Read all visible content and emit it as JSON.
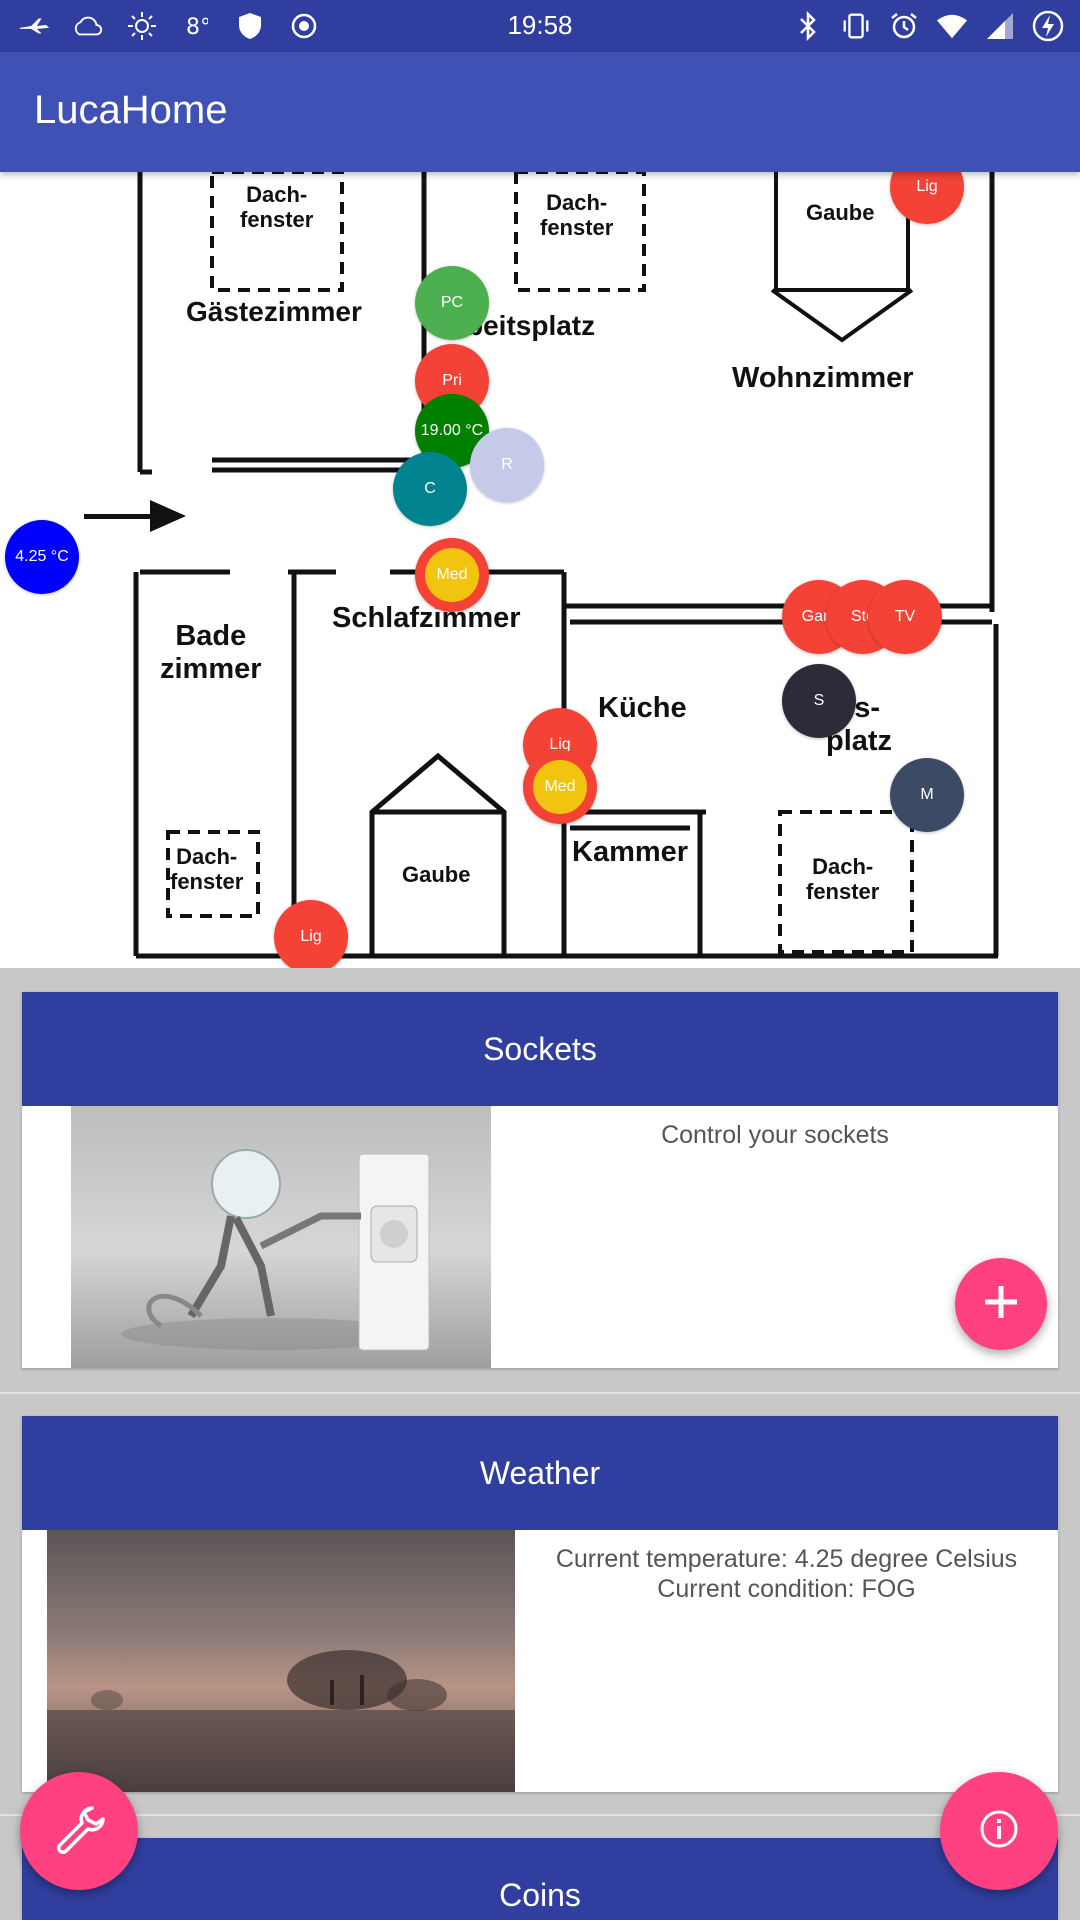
{
  "status_bar": {
    "time": "19:58",
    "left_icons": [
      "airplane-icon",
      "cloud-icon",
      "sun-icon",
      "temperature-icon",
      "shield-icon",
      "record-icon"
    ],
    "right_icons": [
      "bluetooth-icon",
      "vibrate-icon",
      "alarm-icon",
      "wifi-icon",
      "signal-icon",
      "battery-charging-icon"
    ]
  },
  "app_bar": {
    "title": "LucaHome"
  },
  "map": {
    "rooms": [
      "Dach-\nfenster",
      "Dach-\nfenster",
      "Gaube",
      "Gästezimmer",
      "beitsplatz",
      "Wohnzimmer",
      "Bade\nzimmer",
      "Schlafzimmer",
      "Küche",
      "ss-\nplatz",
      "Kammer",
      "Dach-\nfenster",
      "Gaube",
      "Dach-\nfenster"
    ],
    "markers": [
      {
        "label": "Lig",
        "color": "#f44336"
      },
      {
        "label": "PC",
        "color": "#4caf50"
      },
      {
        "label": "Pri",
        "color": "#f44336"
      },
      {
        "label": "19.00 °C",
        "color": "#008000"
      },
      {
        "label": "R",
        "color": "#c5cae9"
      },
      {
        "label": "C",
        "color": "#00838f"
      },
      {
        "label": "4.25 °C",
        "color": "#0000ff"
      },
      {
        "label": "Med",
        "color": "#f44336",
        "inner": "#f1c40f"
      },
      {
        "label": "Gam",
        "color": "#f44336"
      },
      {
        "label": "Sto",
        "color": "#f44336"
      },
      {
        "label": "TV",
        "color": "#f44336"
      },
      {
        "label": "S",
        "color": "#2e2a3a"
      },
      {
        "label": "Lig",
        "color": "#f44336"
      },
      {
        "label": "Med",
        "color": "#f44336",
        "inner": "#f1c40f"
      },
      {
        "label": "M",
        "color": "#3d4a66"
      },
      {
        "label": "Lig",
        "color": "#f44336"
      }
    ]
  },
  "cards": {
    "sockets": {
      "title": "Sockets",
      "description": "Control your sockets",
      "image": "lightbulb-robot-plugging-socket"
    },
    "weather": {
      "title": "Weather",
      "line1": "Current temperature: 4.25 degree Celsius",
      "line2": "Current condition: FOG",
      "image": "foggy-trees-sunrise"
    },
    "coins": {
      "title": "Coins"
    }
  },
  "fabs": {
    "add": "plus-icon",
    "settings": "wrench-icon",
    "info": "info-icon"
  },
  "colors": {
    "primary_dark": "#303f9f",
    "primary": "#3f51b5",
    "accent": "#ff4081"
  }
}
